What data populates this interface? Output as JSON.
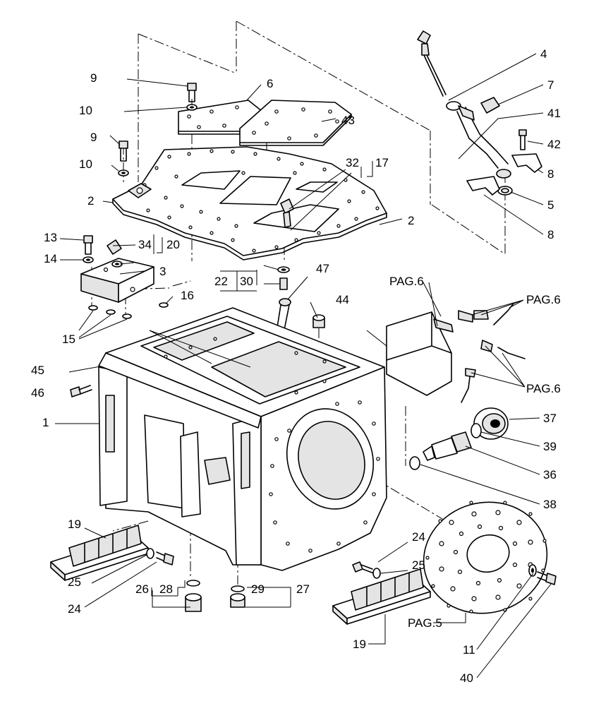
{
  "callouts": [
    {
      "id": "c9a",
      "text": "9"
    },
    {
      "id": "c10a",
      "text": "10"
    },
    {
      "id": "c9b",
      "text": "9"
    },
    {
      "id": "c10b",
      "text": "10"
    },
    {
      "id": "c6",
      "text": "6"
    },
    {
      "id": "c43",
      "text": "43"
    },
    {
      "id": "c2a",
      "text": "2"
    },
    {
      "id": "c2b",
      "text": "2"
    },
    {
      "id": "c32",
      "text": "32"
    },
    {
      "id": "c17",
      "text": "17"
    },
    {
      "id": "c13",
      "text": "13"
    },
    {
      "id": "c14",
      "text": "14"
    },
    {
      "id": "c34",
      "text": "34"
    },
    {
      "id": "c20",
      "text": "20"
    },
    {
      "id": "c3",
      "text": "3"
    },
    {
      "id": "c16",
      "text": "16"
    },
    {
      "id": "c15",
      "text": "15"
    },
    {
      "id": "c22",
      "text": "22"
    },
    {
      "id": "c30",
      "text": "30"
    },
    {
      "id": "c47",
      "text": "47"
    },
    {
      "id": "c44",
      "text": "44"
    },
    {
      "id": "c45",
      "text": "45"
    },
    {
      "id": "c46",
      "text": "46"
    },
    {
      "id": "c1",
      "text": "1"
    },
    {
      "id": "c4",
      "text": "4"
    },
    {
      "id": "c7",
      "text": "7"
    },
    {
      "id": "c41",
      "text": "41"
    },
    {
      "id": "c42",
      "text": "42"
    },
    {
      "id": "c8a",
      "text": "8"
    },
    {
      "id": "c5",
      "text": "5"
    },
    {
      "id": "c8b",
      "text": "8"
    },
    {
      "id": "cpag6a",
      "text": "PAG.6"
    },
    {
      "id": "cpag6b",
      "text": "PAG.6"
    },
    {
      "id": "cpag6c",
      "text": "PAG.6"
    },
    {
      "id": "c37",
      "text": "37"
    },
    {
      "id": "c39",
      "text": "39"
    },
    {
      "id": "c36",
      "text": "36"
    },
    {
      "id": "c38",
      "text": "38"
    },
    {
      "id": "c19a",
      "text": "19"
    },
    {
      "id": "c25a",
      "text": "25"
    },
    {
      "id": "c24a",
      "text": "24"
    },
    {
      "id": "c26",
      "text": "26"
    },
    {
      "id": "c28",
      "text": "28"
    },
    {
      "id": "c29",
      "text": "29"
    },
    {
      "id": "c27",
      "text": "27"
    },
    {
      "id": "c24b",
      "text": "24"
    },
    {
      "id": "c25b",
      "text": "25"
    },
    {
      "id": "c19b",
      "text": "19"
    },
    {
      "id": "cpag5",
      "text": "PAG.5"
    },
    {
      "id": "c11",
      "text": "11"
    },
    {
      "id": "c40",
      "text": "40"
    }
  ]
}
